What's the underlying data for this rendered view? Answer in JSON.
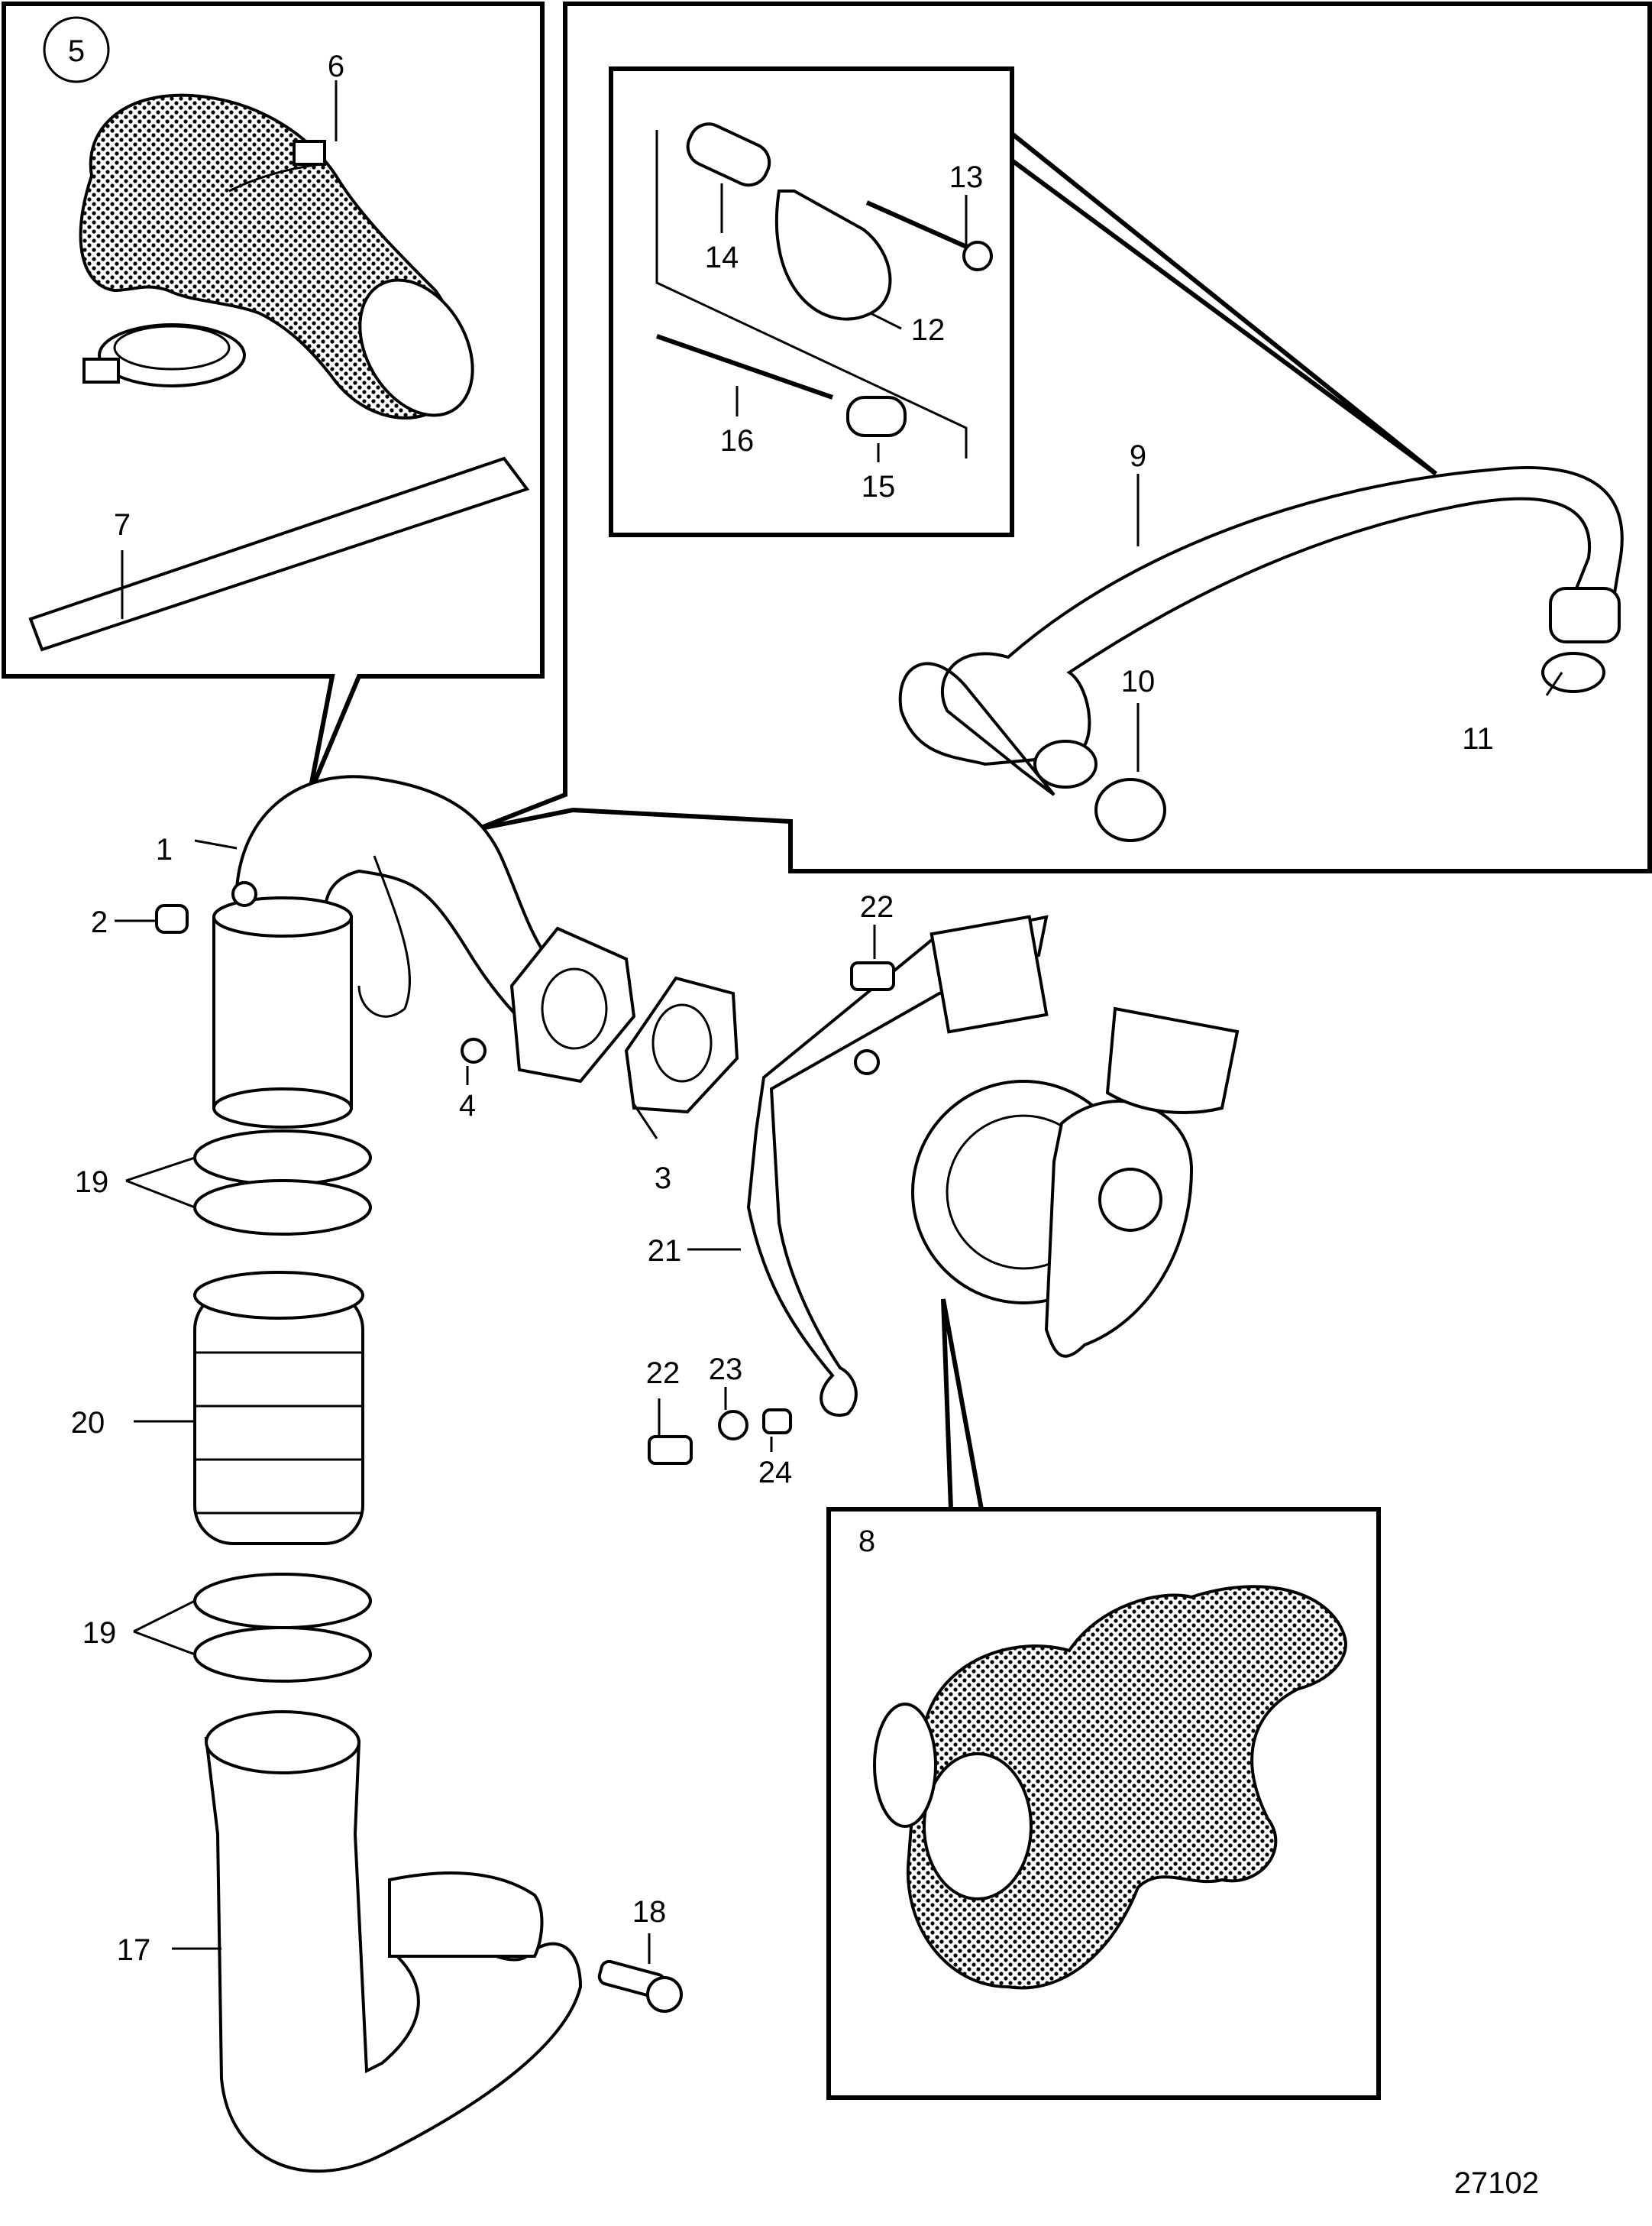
{
  "diagram": {
    "figure_number": "27102",
    "callouts": {
      "c1": "1",
      "c2": "2",
      "c3": "3",
      "c4": "4",
      "c5": "5",
      "c6": "6",
      "c7": "7",
      "c8": "8",
      "c9": "9",
      "c10": "10",
      "c11": "11",
      "c12": "12",
      "c13": "13",
      "c14": "14",
      "c15": "15",
      "c16": "16",
      "c17": "17",
      "c18": "18",
      "c19a": "19",
      "c19b": "19",
      "c20": "20",
      "c21": "21",
      "c22a": "22",
      "c22b": "22",
      "c23": "23",
      "c24": "24"
    }
  }
}
